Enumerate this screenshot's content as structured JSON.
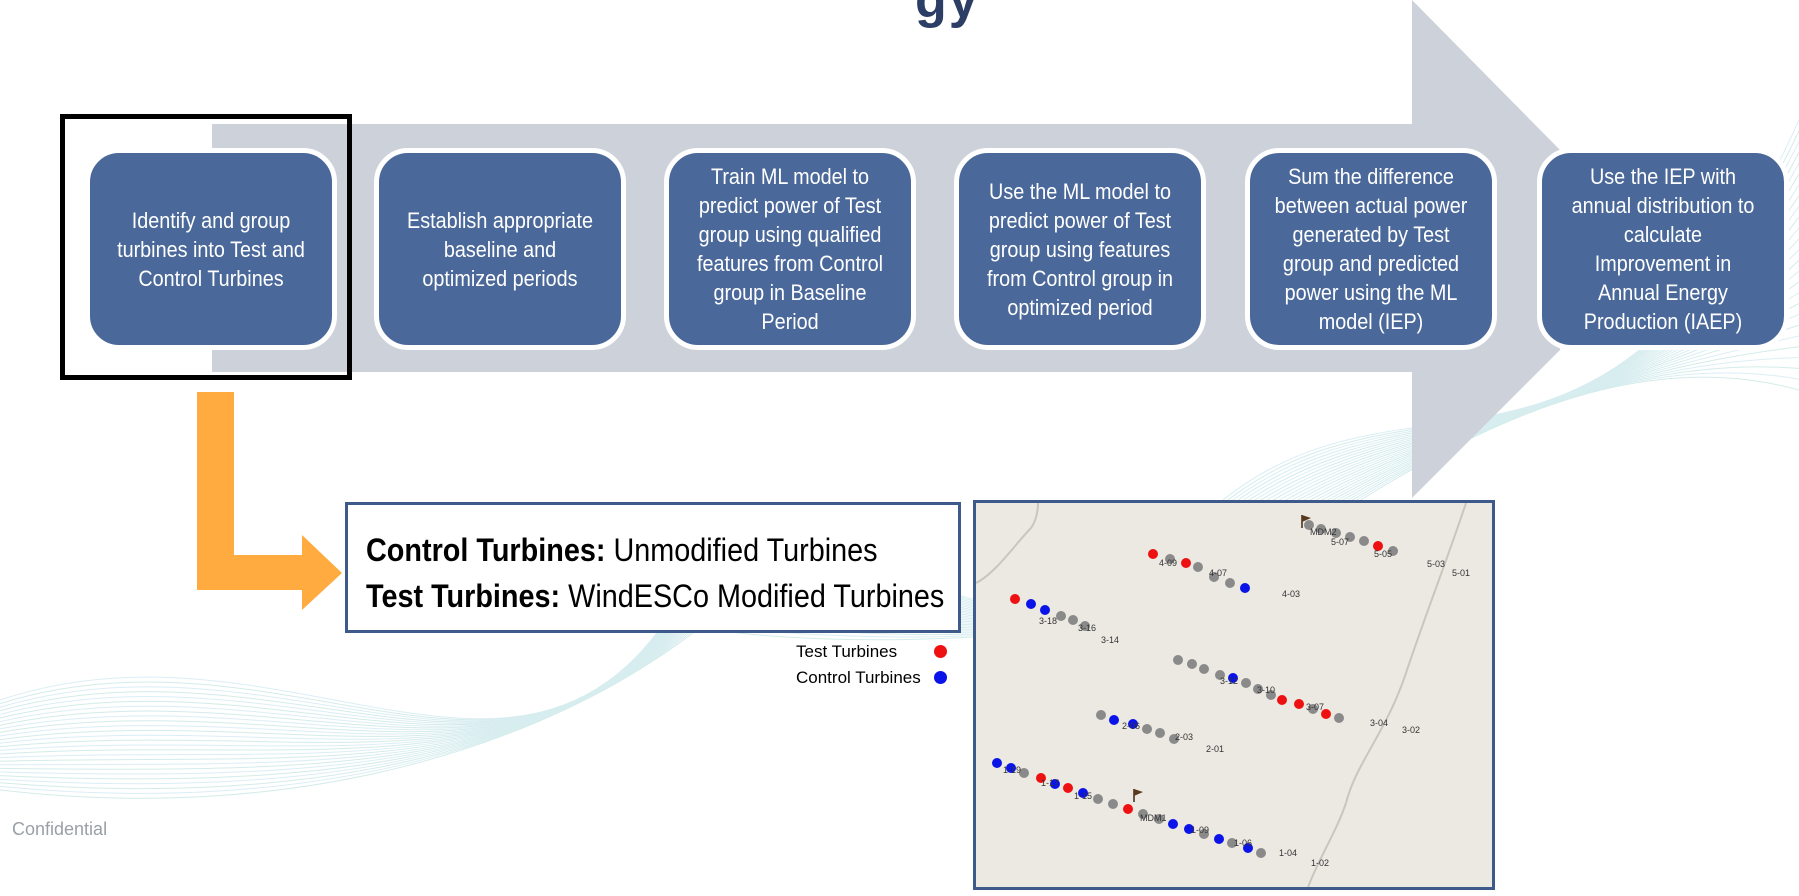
{
  "title_fragment": "gy",
  "steps": [
    {
      "text": "Identify and group turbines into Test and Control Turbines"
    },
    {
      "text": "Establish appropriate baseline and optimized periods"
    },
    {
      "text": "Train ML model to predict power of Test group using qualified features from Control group in Baseline Period"
    },
    {
      "text": "Use the ML model to predict power of Test group using features from Control group in optimized period"
    },
    {
      "text": "Sum the difference between actual power generated by Test group and predicted power using the ML model (IEP)"
    },
    {
      "text": "Use the IEP with annual distribution to calculate Improvement in Annual Energy Production (IAEP)"
    }
  ],
  "info": {
    "control_label": "Control Turbines:",
    "control_text": " Unmodified Turbines",
    "test_label": "Test Turbines:",
    "test_text": " WindESCo Modified Turbines"
  },
  "legend": {
    "test": "Test Turbines",
    "control": "Control Turbines"
  },
  "colors": {
    "step_fill": "#4a6899",
    "arrow_fill": "#cdd1d9",
    "callout_arrow": "#ffab40",
    "test_dot": "#ee1111",
    "control_dot": "#0a14e8",
    "neutral_dot": "#8a8a8a",
    "frame": "#3d5a8a"
  },
  "map": {
    "labels": [
      "MDM2",
      "5-07",
      "5-05",
      "5-03",
      "5-01",
      "4-09",
      "4-07",
      "4-03",
      "3-18",
      "3-16",
      "3-14",
      "3-12",
      "3-10",
      "3-07",
      "3-04",
      "3-02",
      "2-06",
      "2-03",
      "2-01",
      "1-19",
      "1-17",
      "1-15",
      "MDM1",
      "1-09",
      "1-06",
      "1-04",
      "1-02"
    ]
  },
  "footer": "Confidential"
}
